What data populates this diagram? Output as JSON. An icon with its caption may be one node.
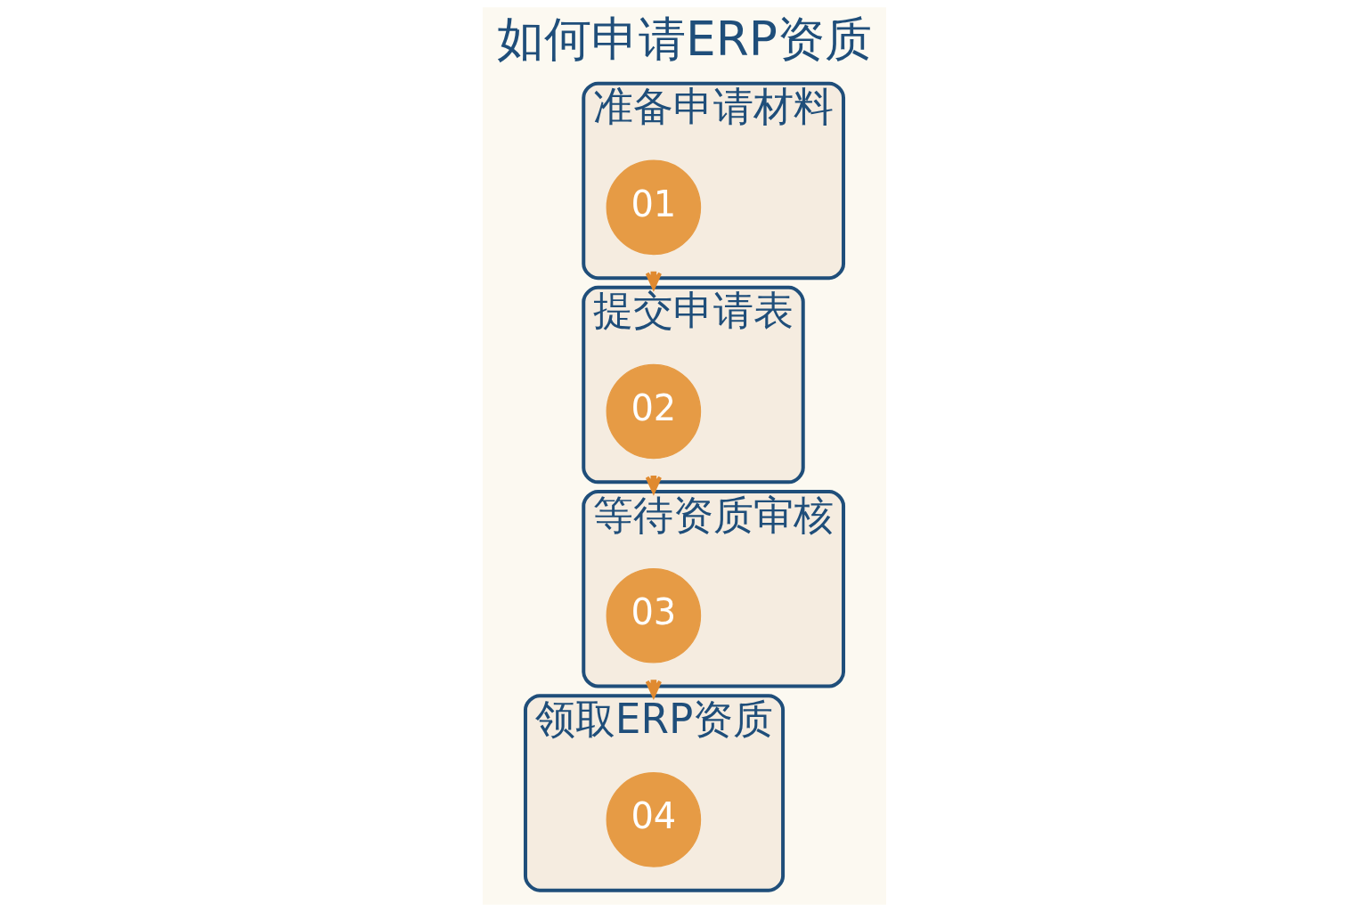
{
  "diagram": {
    "title": "如何申请ERP资质",
    "nodes": [
      {
        "text": [
          "准备申请材料"
        ]
      },
      {
        "text": [
          "01"
        ],
        "in": 0
      },
      {
        "text": [
          "提交申请表"
        ]
      },
      {
        "text": [
          "02"
        ],
        "in": 2
      },
      {
        "text": [
          "等待资质审核"
        ]
      },
      {
        "text": [
          "03"
        ],
        "in": 4
      },
      {
        "text": [
          "领取ERP资质"
        ]
      },
      {
        "text": [
          "04"
        ],
        "in": 6
      }
    ],
    "edges": [
      {
        "from": 0,
        "to": 2,
        "arrow": "to"
      },
      {
        "from": 2,
        "to": 4,
        "arrow": "to"
      },
      {
        "from": 4,
        "to": 6,
        "arrow": "to"
      }
    ]
  }
}
